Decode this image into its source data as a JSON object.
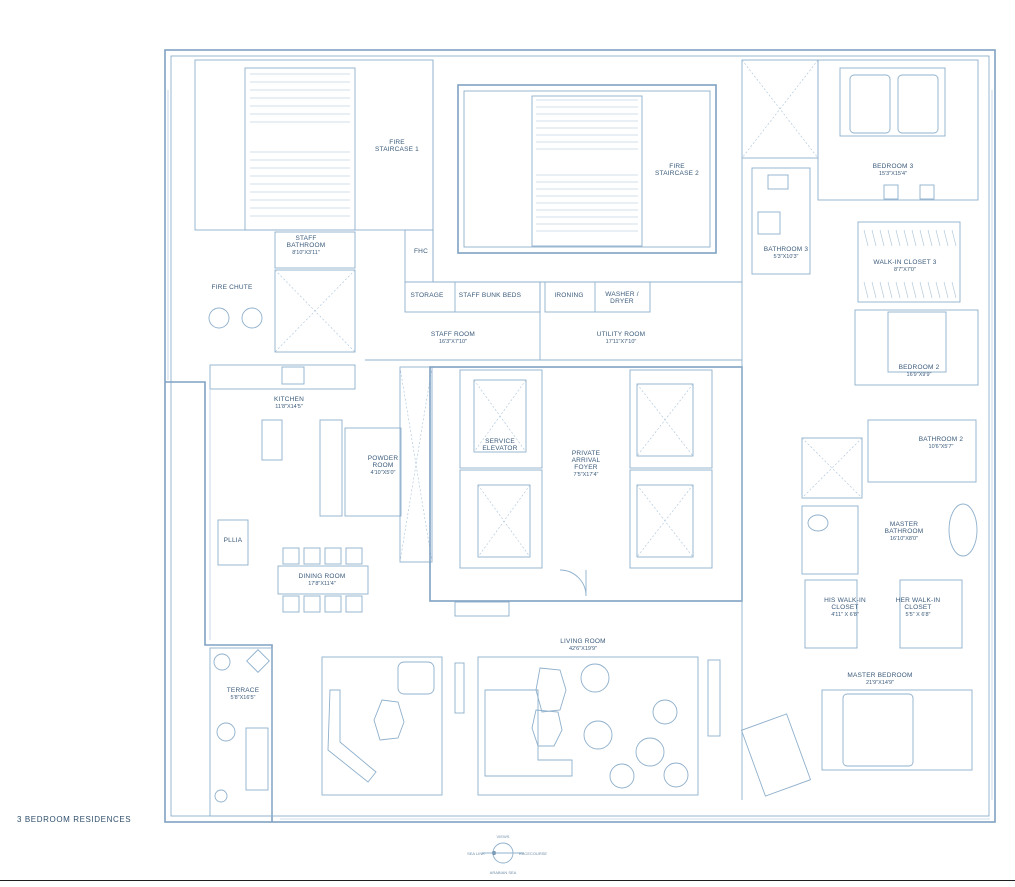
{
  "title": "3 BEDROOM RESIDENCES",
  "rooms": [
    {
      "id": "fire-staircase-1",
      "lines": [
        "FIRE",
        "STAIRCASE 1"
      ],
      "dim": ""
    },
    {
      "id": "fire-staircase-2",
      "lines": [
        "FIRE",
        "STAIRCASE 2"
      ],
      "dim": ""
    },
    {
      "id": "staff-bathroom",
      "lines": [
        "STAFF",
        "BATHROOM"
      ],
      "dim": "8'10\"X3'11\""
    },
    {
      "id": "fhc",
      "lines": [
        "FHC"
      ],
      "dim": ""
    },
    {
      "id": "fire-chute",
      "lines": [
        "FIRE CHUTE"
      ],
      "dim": ""
    },
    {
      "id": "storage",
      "lines": [
        "STORAGE"
      ],
      "dim": ""
    },
    {
      "id": "staff-bunk-beds",
      "lines": [
        "STAFF BUNK BEDS"
      ],
      "dim": ""
    },
    {
      "id": "ironing",
      "lines": [
        "IRONING"
      ],
      "dim": ""
    },
    {
      "id": "washer-dryer",
      "lines": [
        "WASHER /",
        "DRYER"
      ],
      "dim": ""
    },
    {
      "id": "staff-room",
      "lines": [
        "STAFF ROOM"
      ],
      "dim": "16'3\"X7'10\""
    },
    {
      "id": "utility-room",
      "lines": [
        "UTILITY ROOM"
      ],
      "dim": "17'11\"X7'10\""
    },
    {
      "id": "kitchen",
      "lines": [
        "KITCHEN"
      ],
      "dim": "11'8\"X14'5\""
    },
    {
      "id": "powder-room",
      "lines": [
        "POWDER",
        "ROOM"
      ],
      "dim": "4'10\"X5'0\""
    },
    {
      "id": "service-elevator",
      "lines": [
        "SERVICE",
        "ELEVATOR"
      ],
      "dim": ""
    },
    {
      "id": "private-arrival-foyer",
      "lines": [
        "PRIVATE",
        "ARRIVAL",
        "FOYER"
      ],
      "dim": "7'5\"X17'4\""
    },
    {
      "id": "pllia",
      "lines": [
        "PLLIA"
      ],
      "dim": ""
    },
    {
      "id": "dining-room",
      "lines": [
        "DINING ROOM"
      ],
      "dim": "17'8\"X11'4\""
    },
    {
      "id": "living-room",
      "lines": [
        "LIVING ROOM"
      ],
      "dim": "42'6\"X19'9\""
    },
    {
      "id": "terrace",
      "lines": [
        "TERRACE"
      ],
      "dim": "5'8\"X16'5\""
    },
    {
      "id": "bedroom-3",
      "lines": [
        "BEDROOM 3"
      ],
      "dim": "15'3\"X15'4\""
    },
    {
      "id": "bathroom-3",
      "lines": [
        "BATHROOM 3"
      ],
      "dim": "5'3\"X10'3\""
    },
    {
      "id": "walk-in-closet-3",
      "lines": [
        "WALK-IN CLOSET 3"
      ],
      "dim": "8'7\"X7'0\""
    },
    {
      "id": "bedroom-2",
      "lines": [
        "BEDROOM 2"
      ],
      "dim": "16'9\"X9'9\""
    },
    {
      "id": "bathroom-2",
      "lines": [
        "BATHROOM 2"
      ],
      "dim": "10'6\"X5'7\""
    },
    {
      "id": "master-bathroom",
      "lines": [
        "MASTER",
        "BATHROOM"
      ],
      "dim": "16'10\"X8'0\""
    },
    {
      "id": "his-walk-in-closet",
      "lines": [
        "HIS WALK-IN",
        "CLOSET"
      ],
      "dim": "4'11\" X 6'8\""
    },
    {
      "id": "her-walk-in-closet",
      "lines": [
        "HER WALK-IN",
        "CLOSET"
      ],
      "dim": "5'5\" X 6'8\""
    },
    {
      "id": "master-bedroom",
      "lines": [
        "MASTER BEDROOM"
      ],
      "dim": "21'9\"X14'9\""
    }
  ],
  "compass": {
    "top": "VIEWS",
    "left": "SEA LINK",
    "right": "RACECOURSE",
    "bottom": "ARABIAN SEA"
  }
}
